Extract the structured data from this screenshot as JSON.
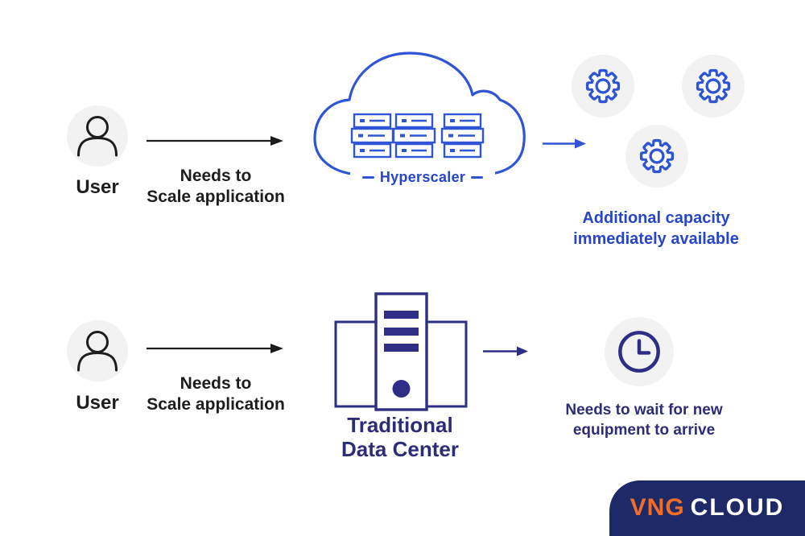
{
  "colors": {
    "blue": "#2F54D6",
    "blue-text": "#2644CC",
    "navy": "#2E2E86",
    "navy-text": "#2D2C77",
    "bubble": "#F2F2F2",
    "ink": "#1D1D1D",
    "logo-bg": "#1E2A68",
    "logo-orange": "#F26E26"
  },
  "top_flow": {
    "user": "User",
    "action_line1": "Needs to",
    "action_line2": "Scale application",
    "cloud_label": "Hyperscaler",
    "result_line1": "Additional capacity",
    "result_line2": "immediately available"
  },
  "bottom_flow": {
    "user": "User",
    "action_line1": "Needs to",
    "action_line2": "Scale application",
    "datacenter_line1": "Traditional",
    "datacenter_line2": "Data Center",
    "result_line1": "Needs to wait for new",
    "result_line2": "equipment to arrive"
  },
  "logo": {
    "brand": "VNG",
    "product": "CLOUD"
  }
}
